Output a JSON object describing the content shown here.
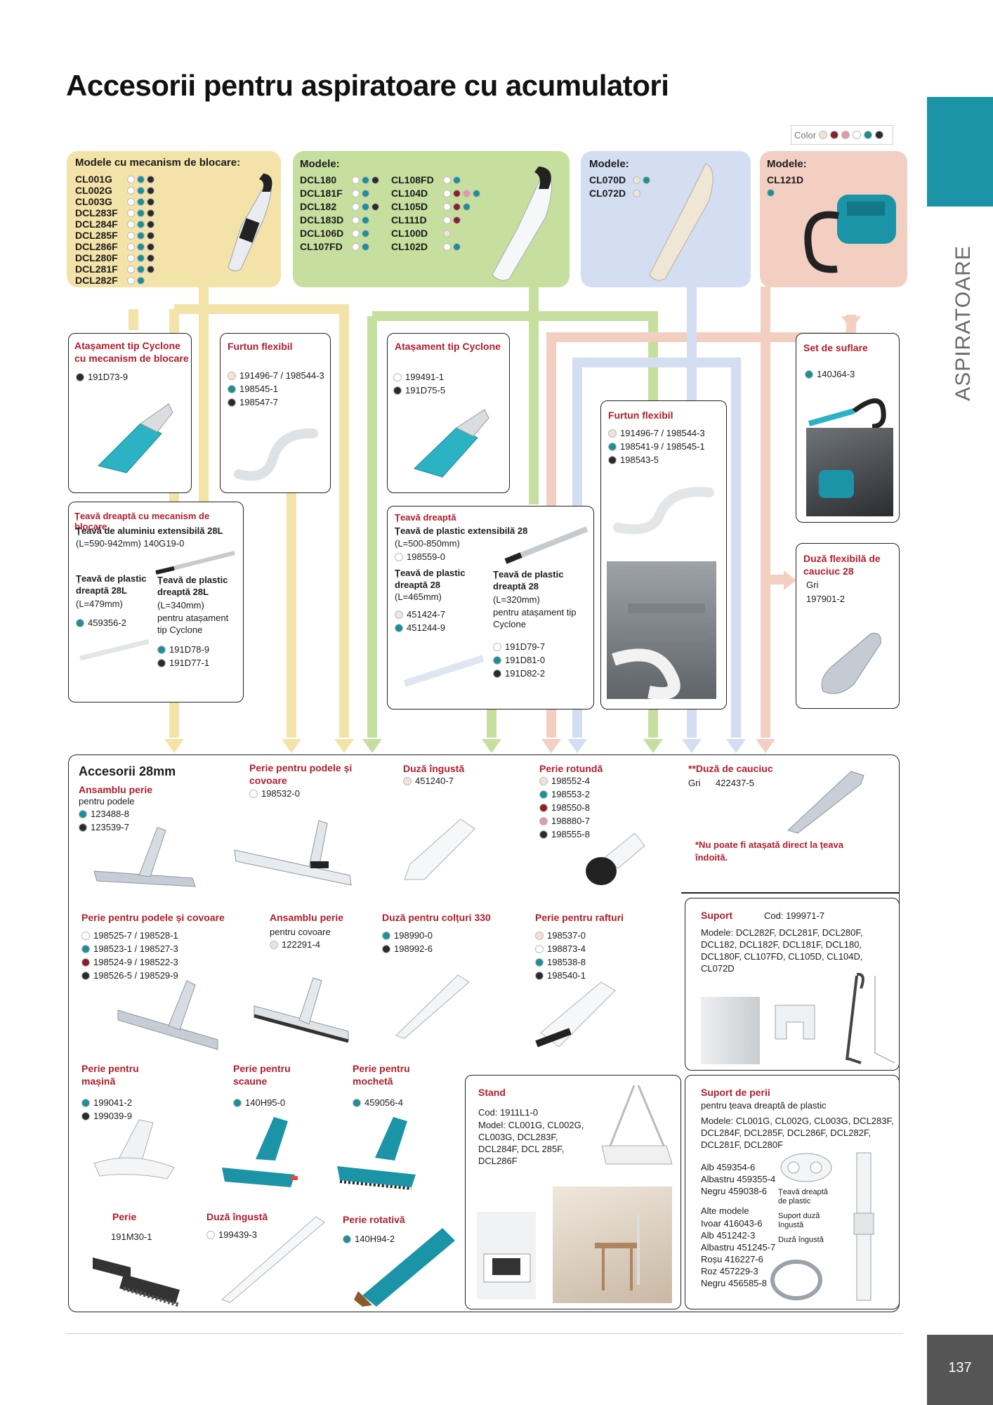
{
  "title": "Accesorii pentru aspiratoare cu acumulatori",
  "side_label": "ASPIRATOARE",
  "page_number": "137",
  "color_legend": {
    "label": "Color",
    "colors": [
      "#efe4d9",
      "#8c1f2e",
      "#e39aa8",
      "#ffffff",
      "#1f8f96",
      "#2b2b2b"
    ]
  },
  "colors": {
    "yellow": "#f3e3a8",
    "green": "#c7df9e",
    "blue": "#d4def2",
    "pink": "#f3cfc2",
    "teal": "#1a94a6",
    "red": "#b01d2b"
  },
  "models": {
    "yellow": {
      "heading": "Modele cu mecanism de blocare:",
      "items": [
        "CL001G",
        "CL002G",
        "CL003G",
        "DCL283F",
        "DCL284F",
        "DCL285F",
        "DCL286F",
        "DCL280F",
        "DCL281F",
        "DCL282F"
      ]
    },
    "green": {
      "heading": "Modele:",
      "col1": [
        "DCL180",
        "DCL181F",
        "DCL182",
        "DCL183D",
        "DCL106D",
        "CL107FD"
      ],
      "col2": [
        "CL108FD",
        "CL104D",
        "CL105D",
        "CL111D",
        "CL100D",
        "CL102D"
      ]
    },
    "blue": {
      "heading": "Modele:",
      "items": [
        "CL070D",
        "CL072D"
      ]
    },
    "pink": {
      "heading": "Modele:",
      "items": [
        "CL121D"
      ]
    }
  },
  "boxes": {
    "cyclone_lock": {
      "title": "Atașament tip Cyclone cu mecanism de blocare",
      "code": "191D73-9"
    },
    "furtun1": {
      "title": "Furtun flexibil",
      "codes": [
        "191496-7 / 198544-3",
        "198545-1",
        "198547-7"
      ]
    },
    "cyclone": {
      "title": "Atașament tip Cyclone",
      "codes": [
        "199491-1",
        "191D75-5"
      ]
    },
    "set_suflare": {
      "title": "Set de suflare",
      "code": "140J64-3"
    },
    "furtun2": {
      "title": "Furtun flexibil",
      "codes": [
        "191496-7 / 198544-3",
        "198541-9 / 198545-1",
        "198543-5"
      ]
    },
    "duza_cauciuc": {
      "title": "Duză flexibilă de cauciuc 28",
      "color": "Gri",
      "code": "197901-2"
    },
    "teava_lock": {
      "title": "Țeavă dreaptă cu mecanism de blocare",
      "alu": "Țeavă de aluminiu extensibilă 28L",
      "alu_len": "(L=590-942mm)",
      "alu_code": "140G19-0",
      "p1": "Țeavă de plastic dreaptă 28L",
      "p1_len": "(L=479mm)",
      "p1_code": "459356-2",
      "p2": "Țeavă de plastic dreaptă 28L",
      "p2_len": "(L=340mm)",
      "p2_note": "pentru atașament tip Cyclone",
      "p2_codes": [
        "191D78-9",
        "191D77-1"
      ]
    },
    "teava": {
      "title": "Țeavă dreaptă",
      "ext": "Țeavă de plastic extensibilă 28",
      "ext_len": "(L=500-850mm)",
      "ext_code": "198559-0",
      "p1": "Țeavă de plastic dreaptă 28",
      "p1_len": "(L=465mm)",
      "p1_codes": [
        "451424-7",
        "451244-9"
      ],
      "p2": "Țeavă de plastic dreaptă 28",
      "p2_len": "(L=320mm)",
      "p2_note": "pentru atașament tip Cyclone",
      "p2_codes": [
        "191D79-7",
        "191D81-0",
        "191D82-2"
      ]
    }
  },
  "acc28": {
    "heading": "Accesorii 28mm",
    "ansamblu": {
      "title": "Ansamblu perie",
      "sub": "pentru podele",
      "codes": [
        "123488-8",
        "123539-7"
      ]
    },
    "perie_podele": {
      "title": "Perie pentru podele și covoare",
      "codes": [
        "198532-0"
      ]
    },
    "duza_ingusta": {
      "title": "Duză îngustă",
      "codes": [
        "451240-7"
      ]
    },
    "perie_rotunda": {
      "title": "Perie rotundă",
      "codes": [
        "198552-4",
        "198553-2",
        "198550-8",
        "198880-7",
        "198555-8"
      ]
    },
    "duza_cauciuc": {
      "title": "**Duză de cauciuc",
      "color": "Gri",
      "code": "422437-5",
      "note": "*Nu poate fi atașată direct la țeava îndoită."
    },
    "perie_podele2": {
      "title": "Perie pentru podele și covoare",
      "codes": [
        "198525-7 / 198528-1",
        "198523-1 / 198527-3",
        "198524-9 / 198522-3",
        "198526-5 / 198529-9"
      ]
    },
    "ansamblu2": {
      "title": "Ansamblu perie",
      "sub": "pentru covoare",
      "codes": [
        "122291-4"
      ]
    },
    "duza_colturi": {
      "title": "Duză pentru colțuri 330",
      "codes": [
        "198990-0",
        "198992-6"
      ]
    },
    "perie_rafturi": {
      "title": "Perie pentru rafturi",
      "codes": [
        "198537-0",
        "198873-4",
        "198538-8",
        "198540-1"
      ]
    },
    "perie_masina": {
      "title": "Perie pentru mașină",
      "codes": [
        "199041-2",
        "199039-9"
      ]
    },
    "perie_scaune": {
      "title": "Perie pentru scaune",
      "codes": [
        "140H95-0"
      ]
    },
    "perie_mocheta": {
      "title": "Perie pentru mochetă",
      "codes": [
        "459056-4"
      ]
    },
    "perie": {
      "title": "Perie",
      "code": "191M30-1"
    },
    "duza_ingusta2": {
      "title": "Duză îngustă",
      "codes": [
        "199439-3"
      ]
    },
    "perie_rotativa": {
      "title": "Perie rotativă",
      "codes": [
        "140H94-2"
      ]
    }
  },
  "suport": {
    "title": "Suport",
    "cod": "Cod: 199971-7",
    "modele": "Modele: DCL282F, DCL281F, DCL280F, DCL182, DCL182F, DCL181F, DCL180, DCL180F, CL107FD, CL105D, CL104D, CL072D"
  },
  "stand": {
    "title": "Stand",
    "cod": "Cod: 1911L1-0",
    "model": "Model: CL001G, CL002G, CL003G, DCL283F, DCL284F, DCL 285F, DCL286F"
  },
  "suport_perii": {
    "title": "Suport de perii",
    "sub": "pentru țeava dreaptă de plastic",
    "modele": "Modele: CL001G, CL002G, CL003G, DCL283F, DCL284F, DCL285F, DCL286F, DCL282F, DCL281F, DCL280F",
    "list1": [
      "Alb 459354-6",
      "Albastru 459355-4",
      "Negru 459038-6"
    ],
    "alte": "Alte modele",
    "list2": [
      "Ivoar 416043-6",
      "Alb 451242-3",
      "Albastru 451245-7",
      "Roșu 416227-6",
      "Roz 457229-3",
      "Negru 456585-8"
    ],
    "labels": [
      "Țeavă dreaptă de plastic",
      "Suport duză îngustă",
      "Duză îngustă"
    ]
  }
}
